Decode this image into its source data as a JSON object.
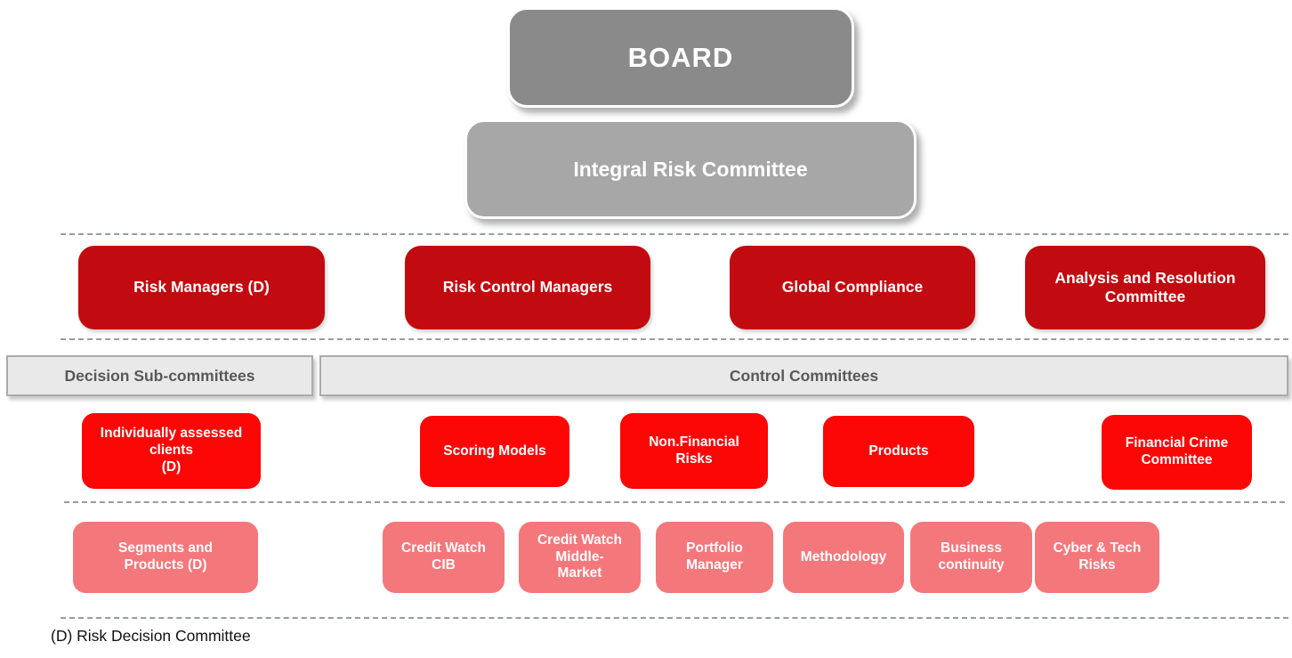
{
  "colors": {
    "board_gray": "#8a8a8a",
    "committee_gray": "#a7a7a7",
    "dark_red": "#c10b10",
    "bright_red": "#fd0606",
    "pink": "#f4777b",
    "bar_gray": "#e9e9e9",
    "bar_text": "#595959",
    "sep_gray": "#979ca3"
  },
  "org": {
    "board": "BOARD",
    "integral_risk_committee": "Integral Risk Committee",
    "management_row": [
      {
        "label": "Risk Managers (D)"
      },
      {
        "label": "Risk Control Managers"
      },
      {
        "label": "Global Compliance"
      },
      {
        "label": "Analysis and Resolution\nCommittee"
      }
    ],
    "section_bars": {
      "decision": "Decision Sub-committees",
      "control": "Control Committees"
    },
    "committee_row": [
      {
        "label": "Individually assessed\nclients\n(D)"
      },
      {
        "label": "Scoring Models"
      },
      {
        "label": "Non.Financial\nRisks"
      },
      {
        "label": "Products"
      },
      {
        "label": "Financial Crime\nCommittee"
      }
    ],
    "subcommittee_row": [
      {
        "label": "Segments and\nProducts (D)"
      },
      {
        "label": "Credit Watch\nCIB"
      },
      {
        "label": "Credit Watch\nMiddle-\nMarket"
      },
      {
        "label": "Portfolio\nManager"
      },
      {
        "label": "Methodology"
      },
      {
        "label": "Business\ncontinuity"
      },
      {
        "label": "Cyber & Tech\nRisks"
      }
    ],
    "footnote": "(D) Risk Decision Committee"
  }
}
